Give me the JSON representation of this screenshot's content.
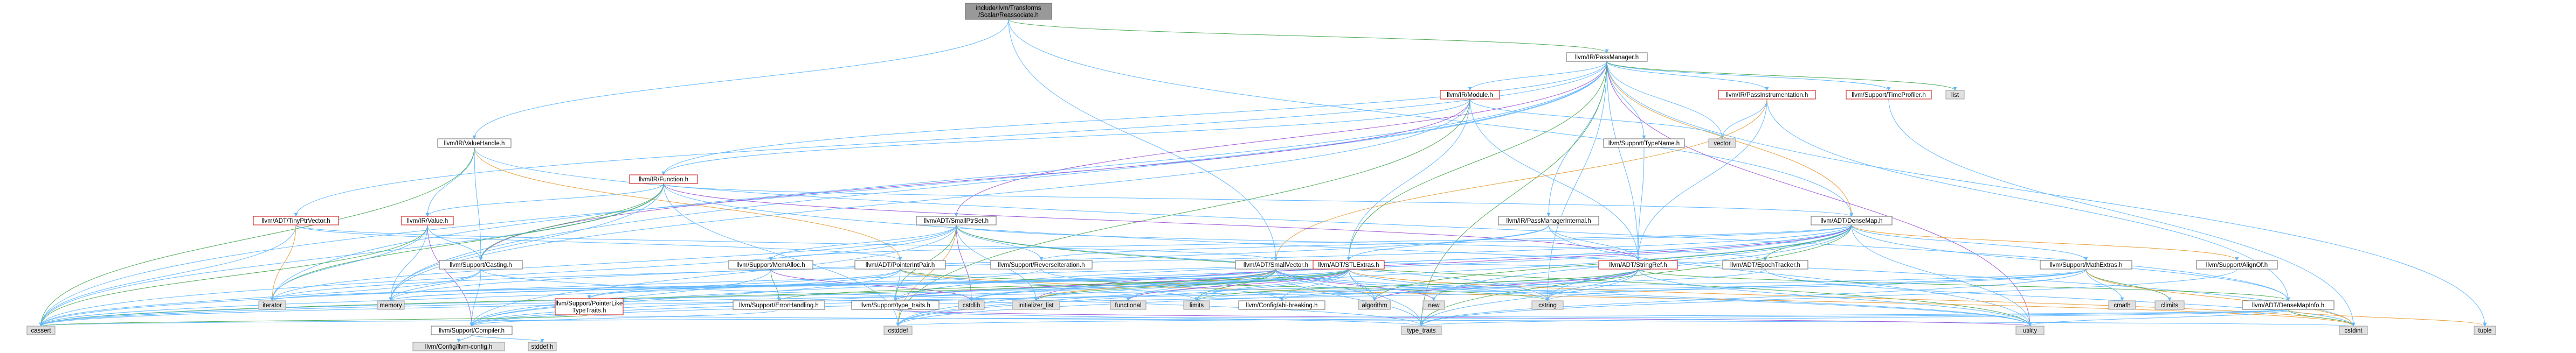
{
  "colors": {
    "edge_blue": "#63b8ff",
    "edge_green": "#4dab57",
    "edge_purple": "#a05ad8",
    "edge_orange": "#e8a040",
    "node_root_fill": "#999999",
    "node_fill": "#ffffff",
    "node_external_fill": "#e0e0e0",
    "border_default": "#666666",
    "border_red": "#cc0000"
  },
  "nodes": [
    {
      "id": "root",
      "lines": [
        "include/llvm/Transforms",
        "/Scalar/Reassociate.h"
      ],
      "kind": "root"
    },
    {
      "id": "passmanager",
      "lines": [
        "llvm/IR/PassManager.h"
      ],
      "kind": "local"
    },
    {
      "id": "valuehandle",
      "lines": [
        "llvm/IR/ValueHandle.h"
      ],
      "kind": "local"
    },
    {
      "id": "module",
      "lines": [
        "llvm/IR/Module.h"
      ],
      "kind": "red"
    },
    {
      "id": "passinstr",
      "lines": [
        "llvm/IR/PassInstrumentation.h"
      ],
      "kind": "red"
    },
    {
      "id": "timeprofiler",
      "lines": [
        "llvm/Support/TimeProfiler.h"
      ],
      "kind": "red"
    },
    {
      "id": "list",
      "lines": [
        "list"
      ],
      "kind": "external"
    },
    {
      "id": "function",
      "lines": [
        "llvm/IR/Function.h"
      ],
      "kind": "red"
    },
    {
      "id": "tinyptrvector",
      "lines": [
        "llvm/ADT/TinyPtrVector.h"
      ],
      "kind": "red"
    },
    {
      "id": "irvalue",
      "lines": [
        "llvm/IR/Value.h"
      ],
      "kind": "red"
    },
    {
      "id": "typename",
      "lines": [
        "llvm/Support/TypeName.h"
      ],
      "kind": "local"
    },
    {
      "id": "vector",
      "lines": [
        "vector"
      ],
      "kind": "external"
    },
    {
      "id": "smallptrset",
      "lines": [
        "llvm/ADT/SmallPtrSet.h"
      ],
      "kind": "local"
    },
    {
      "id": "pminternal",
      "lines": [
        "llvm/IR/PassManagerInternal.h"
      ],
      "kind": "local"
    },
    {
      "id": "densemap",
      "lines": [
        "llvm/ADT/DenseMap.h"
      ],
      "kind": "local"
    },
    {
      "id": "casting",
      "lines": [
        "llvm/Support/Casting.h"
      ],
      "kind": "local"
    },
    {
      "id": "memalloc",
      "lines": [
        "llvm/Support/MemAlloc.h"
      ],
      "kind": "local"
    },
    {
      "id": "pointerintpair",
      "lines": [
        "llvm/ADT/PointerIntPair.h"
      ],
      "kind": "local"
    },
    {
      "id": "reverseiter",
      "lines": [
        "llvm/Support/ReverseIteration.h"
      ],
      "kind": "local"
    },
    {
      "id": "smallvector",
      "lines": [
        "llvm/ADT/SmallVector.h"
      ],
      "kind": "local"
    },
    {
      "id": "stlextras",
      "lines": [
        "llvm/ADT/STLExtras.h"
      ],
      "kind": "red"
    },
    {
      "id": "stringref",
      "lines": [
        "llvm/ADT/StringRef.h"
      ],
      "kind": "red"
    },
    {
      "id": "epochtracker",
      "lines": [
        "llvm/ADT/EpochTracker.h"
      ],
      "kind": "local"
    },
    {
      "id": "mathextras",
      "lines": [
        "llvm/Support/MathExtras.h"
      ],
      "kind": "local"
    },
    {
      "id": "alignof",
      "lines": [
        "llvm/Support/AlignOf.h"
      ],
      "kind": "local"
    },
    {
      "id": "iterator",
      "lines": [
        "iterator"
      ],
      "kind": "external"
    },
    {
      "id": "memory",
      "lines": [
        "memory"
      ],
      "kind": "external"
    },
    {
      "id": "ptrliketypetraits",
      "lines": [
        "llvm/Support/PointerLike",
        "TypeTraits.h"
      ],
      "kind": "red"
    },
    {
      "id": "errorhandling",
      "lines": [
        "llvm/Support/ErrorHandling.h"
      ],
      "kind": "local"
    },
    {
      "id": "typetraits",
      "lines": [
        "llvm/Support/type_traits.h"
      ],
      "kind": "local"
    },
    {
      "id": "cstdlib",
      "lines": [
        "cstdlib"
      ],
      "kind": "external"
    },
    {
      "id": "initlist",
      "lines": [
        "initializer_list"
      ],
      "kind": "external"
    },
    {
      "id": "functional",
      "lines": [
        "functional"
      ],
      "kind": "external"
    },
    {
      "id": "limits",
      "lines": [
        "limits"
      ],
      "kind": "external"
    },
    {
      "id": "abibreaking",
      "lines": [
        "llvm/Config/abi-breaking.h"
      ],
      "kind": "local"
    },
    {
      "id": "algorithm",
      "lines": [
        "algorithm"
      ],
      "kind": "external"
    },
    {
      "id": "new",
      "lines": [
        "new"
      ],
      "kind": "external"
    },
    {
      "id": "cstring",
      "lines": [
        "cstring"
      ],
      "kind": "external"
    },
    {
      "id": "cmath",
      "lines": [
        "cmath"
      ],
      "kind": "external"
    },
    {
      "id": "climits",
      "lines": [
        "climits"
      ],
      "kind": "external"
    },
    {
      "id": "densemapinfo",
      "lines": [
        "llvm/ADT/DenseMapInfo.h"
      ],
      "kind": "local"
    },
    {
      "id": "cassert",
      "lines": [
        "cassert"
      ],
      "kind": "external"
    },
    {
      "id": "compiler",
      "lines": [
        "llvm/Support/Compiler.h"
      ],
      "kind": "local"
    },
    {
      "id": "cstddef",
      "lines": [
        "cstddef"
      ],
      "kind": "external"
    },
    {
      "id": "std_typetraits",
      "lines": [
        "type_traits"
      ],
      "kind": "external"
    },
    {
      "id": "utility",
      "lines": [
        "utility"
      ],
      "kind": "external"
    },
    {
      "id": "cstdint",
      "lines": [
        "cstdint"
      ],
      "kind": "external"
    },
    {
      "id": "tuple",
      "lines": [
        "tuple"
      ],
      "kind": "external"
    },
    {
      "id": "llvmconfig",
      "lines": [
        "llvm/Config/llvm-config.h"
      ],
      "kind": "external"
    },
    {
      "id": "stddef",
      "lines": [
        "stddef.h"
      ],
      "kind": "external"
    }
  ],
  "edges": [
    {
      "from": "root",
      "to": "passmanager"
    },
    {
      "from": "root",
      "to": "valuehandle"
    },
    {
      "from": "root",
      "to": "densemap"
    },
    {
      "from": "root",
      "to": "smallvector"
    },
    {
      "from": "passmanager",
      "to": "module"
    },
    {
      "from": "passmanager",
      "to": "passinstr"
    },
    {
      "from": "passmanager",
      "to": "timeprofiler"
    },
    {
      "from": "passmanager",
      "to": "list"
    },
    {
      "from": "passmanager",
      "to": "function"
    },
    {
      "from": "passmanager",
      "to": "tinyptrvector"
    },
    {
      "from": "passmanager",
      "to": "typename"
    },
    {
      "from": "passmanager",
      "to": "smallptrset"
    },
    {
      "from": "passmanager",
      "to": "pminternal"
    },
    {
      "from": "passmanager",
      "to": "densemap"
    },
    {
      "from": "passmanager",
      "to": "stlextras"
    },
    {
      "from": "passmanager",
      "to": "stringref"
    },
    {
      "from": "passmanager",
      "to": "iterator"
    },
    {
      "from": "passmanager",
      "to": "memory"
    },
    {
      "from": "passmanager",
      "to": "cassert"
    },
    {
      "from": "passmanager",
      "to": "cstring"
    },
    {
      "from": "passmanager",
      "to": "tuple"
    },
    {
      "from": "passmanager",
      "to": "std_typetraits"
    },
    {
      "from": "passmanager",
      "to": "utility"
    },
    {
      "from": "passmanager",
      "to": "vector"
    },
    {
      "from": "valuehandle",
      "to": "irvalue"
    },
    {
      "from": "valuehandle",
      "to": "casting"
    },
    {
      "from": "valuehandle",
      "to": "pointerintpair"
    },
    {
      "from": "valuehandle",
      "to": "densemapinfo"
    },
    {
      "from": "valuehandle",
      "to": "cassert"
    },
    {
      "from": "module",
      "to": "function"
    },
    {
      "from": "module",
      "to": "vector"
    },
    {
      "from": "module",
      "to": "stlextras"
    },
    {
      "from": "module",
      "to": "stringref"
    },
    {
      "from": "module",
      "to": "casting"
    },
    {
      "from": "module",
      "to": "memory"
    },
    {
      "from": "module",
      "to": "cstddef"
    },
    {
      "from": "passinstr",
      "to": "vector"
    },
    {
      "from": "passinstr",
      "to": "stringref"
    },
    {
      "from": "passinstr",
      "to": "densemapinfo"
    },
    {
      "from": "passinstr",
      "to": "smallvector"
    },
    {
      "from": "timeprofiler",
      "to": "cstdint"
    },
    {
      "from": "function",
      "to": "irvalue"
    },
    {
      "from": "function",
      "to": "casting"
    },
    {
      "from": "function",
      "to": "densemap"
    },
    {
      "from": "function",
      "to": "stringref"
    },
    {
      "from": "function",
      "to": "cassert"
    },
    {
      "from": "function",
      "to": "cstddef"
    },
    {
      "from": "function",
      "to": "cstdint"
    },
    {
      "from": "function",
      "to": "memory"
    },
    {
      "from": "function",
      "to": "iterator"
    },
    {
      "from": "tinyptrvector",
      "to": "smallvector"
    },
    {
      "from": "tinyptrvector",
      "to": "cassert"
    },
    {
      "from": "tinyptrvector",
      "to": "iterator"
    },
    {
      "from": "tinyptrvector",
      "to": "pointerintpair"
    },
    {
      "from": "irvalue",
      "to": "casting"
    },
    {
      "from": "irvalue",
      "to": "compiler"
    },
    {
      "from": "irvalue",
      "to": "cassert"
    },
    {
      "from": "irvalue",
      "to": "iterator"
    },
    {
      "from": "irvalue",
      "to": "memory"
    },
    {
      "from": "typename",
      "to": "stringref"
    },
    {
      "from": "smallptrset",
      "to": "epochtracker"
    },
    {
      "from": "smallptrset",
      "to": "compiler"
    },
    {
      "from": "smallptrset",
      "to": "reverseiter"
    },
    {
      "from": "smallptrset",
      "to": "typetraits"
    },
    {
      "from": "smallptrset",
      "to": "cassert"
    },
    {
      "from": "smallptrset",
      "to": "cstddef"
    },
    {
      "from": "smallptrset",
      "to": "cstdlib"
    },
    {
      "from": "smallptrset",
      "to": "cstring"
    },
    {
      "from": "smallptrset",
      "to": "initlist"
    },
    {
      "from": "smallptrset",
      "to": "iterator"
    },
    {
      "from": "smallptrset",
      "to": "utility"
    },
    {
      "from": "smallptrset",
      "to": "memalloc"
    },
    {
      "from": "pminternal",
      "to": "stringref"
    },
    {
      "from": "pminternal",
      "to": "stlextras"
    },
    {
      "from": "pminternal",
      "to": "memory"
    },
    {
      "from": "pminternal",
      "to": "utility"
    },
    {
      "from": "densemap",
      "to": "densemapinfo"
    },
    {
      "from": "densemap",
      "to": "epochtracker"
    },
    {
      "from": "densemap",
      "to": "alignof"
    },
    {
      "from": "densemap",
      "to": "compiler"
    },
    {
      "from": "densemap",
      "to": "mathextras"
    },
    {
      "from": "densemap",
      "to": "memalloc"
    },
    {
      "from": "densemap",
      "to": "reverseiter"
    },
    {
      "from": "densemap",
      "to": "typetraits"
    },
    {
      "from": "densemap",
      "to": "algorithm"
    },
    {
      "from": "densemap",
      "to": "cassert"
    },
    {
      "from": "densemap",
      "to": "cstddef"
    },
    {
      "from": "densemap",
      "to": "cstring"
    },
    {
      "from": "densemap",
      "to": "initlist"
    },
    {
      "from": "densemap",
      "to": "iterator"
    },
    {
      "from": "densemap",
      "to": "new"
    },
    {
      "from": "densemap",
      "to": "std_typetraits"
    },
    {
      "from": "densemap",
      "to": "utility"
    },
    {
      "from": "casting",
      "to": "compiler"
    },
    {
      "from": "casting",
      "to": "cassert"
    },
    {
      "from": "casting",
      "to": "memory"
    },
    {
      "from": "casting",
      "to": "std_typetraits"
    },
    {
      "from": "memalloc",
      "to": "compiler"
    },
    {
      "from": "memalloc",
      "to": "errorhandling"
    },
    {
      "from": "memalloc",
      "to": "cstdlib"
    },
    {
      "from": "pointerintpair",
      "to": "compiler"
    },
    {
      "from": "pointerintpair",
      "to": "ptrliketypetraits"
    },
    {
      "from": "pointerintpair",
      "to": "typetraits"
    },
    {
      "from": "pointerintpair",
      "to": "cassert"
    },
    {
      "from": "pointerintpair",
      "to": "cstdint"
    },
    {
      "from": "pointerintpair",
      "to": "cstring"
    },
    {
      "from": "pointerintpair",
      "to": "limits"
    },
    {
      "from": "reverseiter",
      "to": "ptrliketypetraits"
    },
    {
      "from": "reverseiter",
      "to": "abibreaking"
    },
    {
      "from": "smallvector",
      "to": "compiler"
    },
    {
      "from": "smallvector",
      "to": "typetraits"
    },
    {
      "from": "smallvector",
      "to": "algorithm"
    },
    {
      "from": "smallvector",
      "to": "cassert"
    },
    {
      "from": "smallvector",
      "to": "cstddef"
    },
    {
      "from": "smallvector",
      "to": "cstdlib"
    },
    {
      "from": "smallvector",
      "to": "cstring"
    },
    {
      "from": "smallvector",
      "to": "functional"
    },
    {
      "from": "smallvector",
      "to": "initlist"
    },
    {
      "from": "smallvector",
      "to": "iterator"
    },
    {
      "from": "smallvector",
      "to": "limits"
    },
    {
      "from": "smallvector",
      "to": "memory"
    },
    {
      "from": "smallvector",
      "to": "new"
    },
    {
      "from": "smallvector",
      "to": "std_typetraits"
    },
    {
      "from": "smallvector",
      "to": "utility"
    },
    {
      "from": "stlextras",
      "to": "abibreaking"
    },
    {
      "from": "stlextras",
      "to": "typetraits"
    },
    {
      "from": "stlextras",
      "to": "errorhandling"
    },
    {
      "from": "stlextras",
      "to": "algorithm"
    },
    {
      "from": "stlextras",
      "to": "cassert"
    },
    {
      "from": "stlextras",
      "to": "cstddef"
    },
    {
      "from": "stlextras",
      "to": "cstdint"
    },
    {
      "from": "stlextras",
      "to": "cstdlib"
    },
    {
      "from": "stlextras",
      "to": "functional"
    },
    {
      "from": "stlextras",
      "to": "initlist"
    },
    {
      "from": "stlextras",
      "to": "iterator"
    },
    {
      "from": "stlextras",
      "to": "limits"
    },
    {
      "from": "stlextras",
      "to": "memory"
    },
    {
      "from": "stlextras",
      "to": "optional_tuple"
    },
    {
      "from": "stlextras",
      "to": "std_typetraits"
    },
    {
      "from": "stlextras",
      "to": "utility"
    },
    {
      "from": "stringref",
      "to": "densemapinfo"
    },
    {
      "from": "stringref",
      "to": "stlextras"
    },
    {
      "from": "stringref",
      "to": "compiler"
    },
    {
      "from": "stringref",
      "to": "algorithm"
    },
    {
      "from": "stringref",
      "to": "cassert"
    },
    {
      "from": "stringref",
      "to": "cstddef"
    },
    {
      "from": "stringref",
      "to": "cstring"
    },
    {
      "from": "stringref",
      "to": "limits"
    },
    {
      "from": "stringref",
      "to": "std_typetraits"
    },
    {
      "from": "stringref",
      "to": "utility"
    },
    {
      "from": "epochtracker",
      "to": "abibreaking"
    },
    {
      "from": "epochtracker",
      "to": "cstdint"
    },
    {
      "from": "mathextras",
      "to": "compiler"
    },
    {
      "from": "mathextras",
      "to": "cassert"
    },
    {
      "from": "mathextras",
      "to": "climits"
    },
    {
      "from": "mathextras",
      "to": "cmath"
    },
    {
      "from": "mathextras",
      "to": "cstdint"
    },
    {
      "from": "mathextras",
      "to": "cstring"
    },
    {
      "from": "mathextras",
      "to": "limits"
    },
    {
      "from": "mathextras",
      "to": "std_typetraits"
    },
    {
      "from": "alignof",
      "to": "std_typetraits"
    },
    {
      "from": "ptrliketypetraits",
      "to": "cassert"
    },
    {
      "from": "ptrliketypetraits",
      "to": "cstdint"
    },
    {
      "from": "errorhandling",
      "to": "compiler"
    },
    {
      "from": "typetraits",
      "to": "std_typetraits"
    },
    {
      "from": "typetraits",
      "to": "utility"
    },
    {
      "from": "densemapinfo",
      "to": "cassert"
    },
    {
      "from": "densemapinfo",
      "to": "cstddef"
    },
    {
      "from": "densemapinfo",
      "to": "cstdint"
    },
    {
      "from": "densemapinfo",
      "to": "tuple"
    },
    {
      "from": "densemapinfo",
      "to": "std_typetraits"
    },
    {
      "from": "densemapinfo",
      "to": "utility"
    },
    {
      "from": "compiler",
      "to": "llvmconfig"
    },
    {
      "from": "compiler",
      "to": "stddef"
    }
  ]
}
